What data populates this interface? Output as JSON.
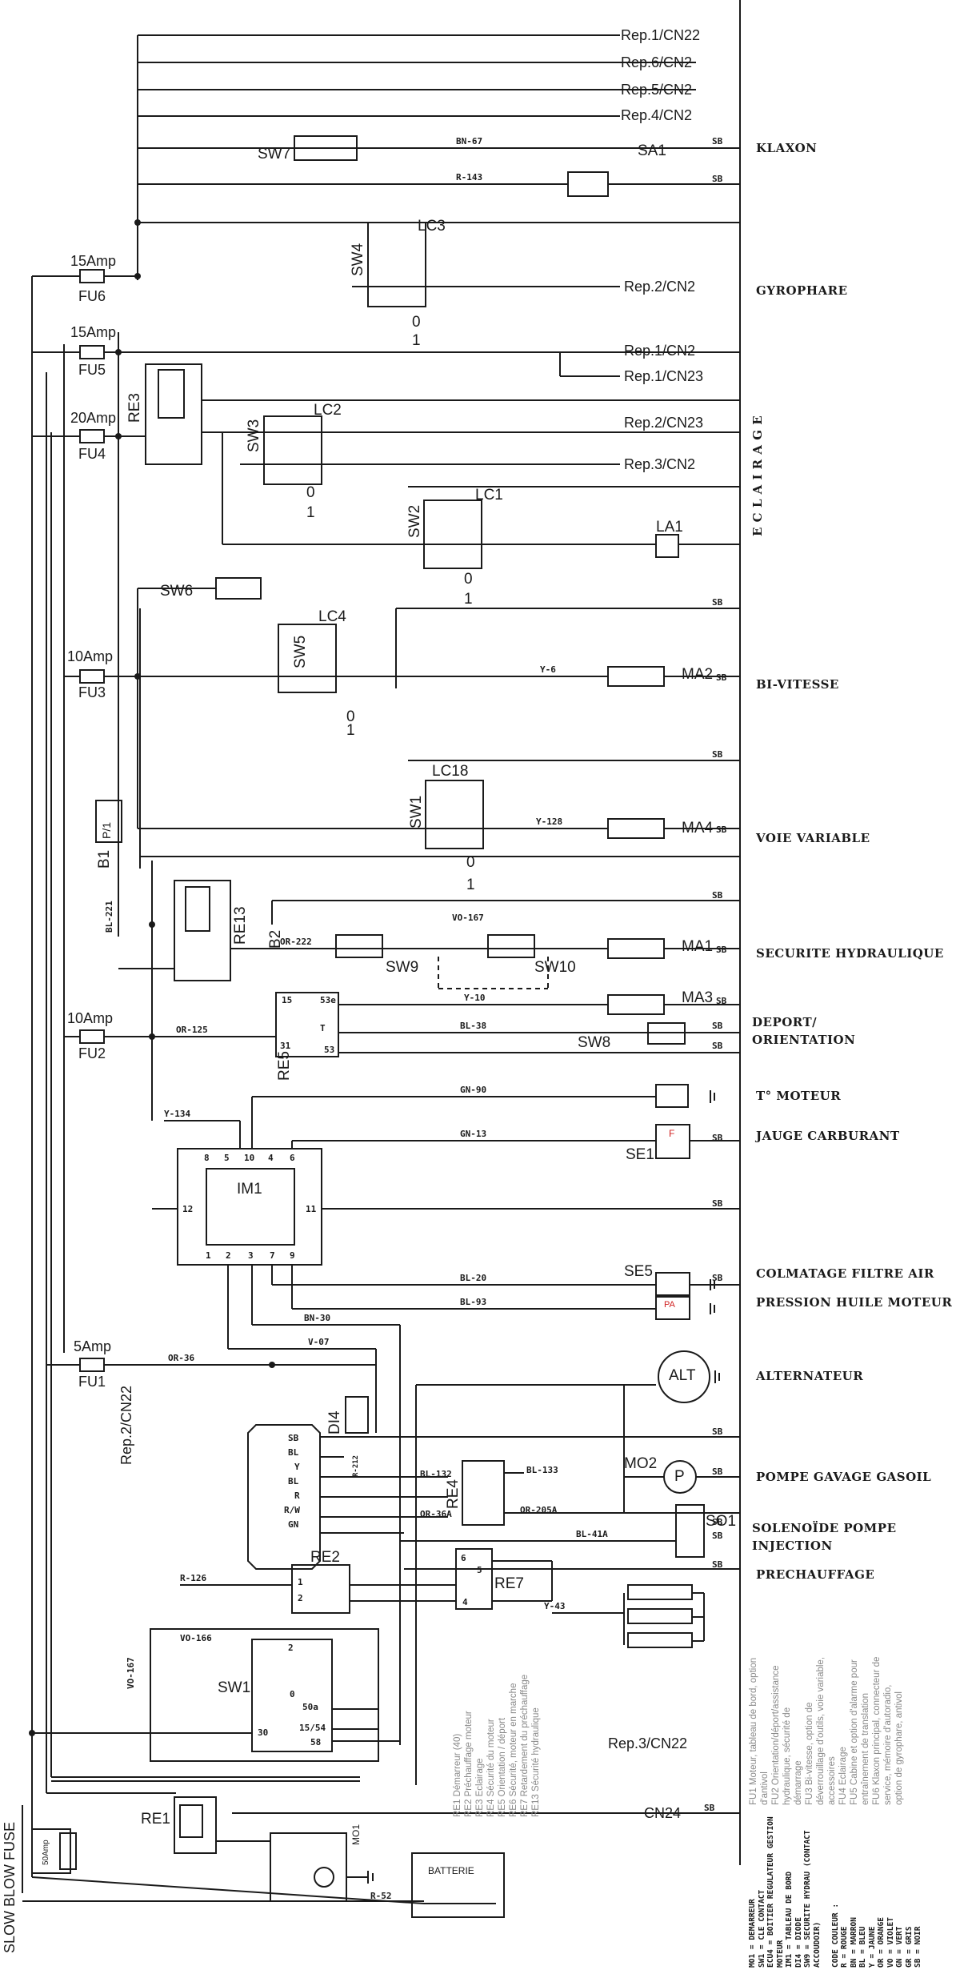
{
  "references": {
    "rep1_cn22": "Rep.1/CN22",
    "rep6_cn2": "Rep.6/CN2",
    "rep5_cn2": "Rep.5/CN2",
    "rep4_cn2": "Rep.4/CN2",
    "rep2_cn2": "Rep.2/CN2",
    "rep1_cn2": "Rep.1/CN2",
    "rep1_cn23": "Rep.1/CN23",
    "rep2_cn23": "Rep.2/CN23",
    "rep3_cn2": "Rep.3/CN2",
    "rep3_cn22": "Rep.3/CN22",
    "cn24": "CN24",
    "rep2_cn22_vertical": "Rep.2/CN22"
  },
  "functions": {
    "klaxon": "KLAXON",
    "gyrophare": "GYROPHARE",
    "eclairage": "E C L A I R A G E",
    "bi_vitesse": "BI-VITESSE",
    "voie_variable": "VOIE VARIABLE",
    "securite_hydraulique": "SECURITE HYDRAULIQUE",
    "deport": "DEPORT/",
    "orientation": "ORIENTATION",
    "t_moteur": "T° MOTEUR",
    "jauge_carburant": "JAUGE CARBURANT",
    "colmatage": "COLMATAGE FILTRE AIR",
    "pression_huile": "PRESSION HUILE MOTEUR",
    "alternateur": "ALTERNATEUR",
    "pompe_gavage": "POMPE GAVAGE GASOIL",
    "solenoide_1": "SOLENOÏDE POMPE",
    "solenoide_2": "INJECTION",
    "prechauffage": "PRECHAUFFAGE"
  },
  "fuses": [
    {
      "rating": "15Amp",
      "name": "FU6"
    },
    {
      "rating": "15Amp",
      "name": "FU5"
    },
    {
      "rating": "20Amp",
      "name": "FU4"
    },
    {
      "rating": "10Amp",
      "name": "FU3"
    },
    {
      "rating": "10Amp",
      "name": "FU2"
    },
    {
      "rating": "5Amp",
      "name": "FU1"
    }
  ],
  "slow_blow_fuse": "SLOW BLOW FUSE",
  "slow_blow_rating": "50Amp",
  "components": {
    "sw7": "SW7",
    "sa1": "SA1",
    "sw4": "SW4",
    "lc3": "LC3",
    "re3": "RE3",
    "sw3": "SW3",
    "lc2": "LC2",
    "sw2": "SW2",
    "lc1": "LC1",
    "la1": "LA1",
    "sw6": "SW6",
    "sw5": "SW5",
    "lc4": "LC4",
    "ma2": "MA2",
    "sw1a": "SW1",
    "lc18": "LC18",
    "ma4": "MA4",
    "b1": "B1",
    "p1": "P/1",
    "re13": "RE13",
    "b2": "B2",
    "sw9": "SW9",
    "sw10": "SW10",
    "ma1": "MA1",
    "re5": "RE5",
    "ma3": "MA3",
    "sw8": "SW8",
    "se1": "SE1",
    "se1_f": "F",
    "im1": "IM1",
    "se5": "SE5",
    "pa": "PA",
    "di4": "DI4",
    "alt": "ALT",
    "re4": "RE4",
    "mo2": "MO2",
    "mo2_p": "P",
    "so1": "SO1",
    "re2": "RE2",
    "re7": "RE7",
    "sw1b": "SW1",
    "re1": "RE1",
    "mo1": "MO1",
    "batterie": "BATTERIE",
    "zero": "0",
    "one": "1",
    "five": "5",
    "t": "T"
  },
  "im1_pins_top": [
    "8",
    "5",
    "10",
    "4",
    "6"
  ],
  "im1_pins_bottom": [
    "1",
    "2",
    "3",
    "7",
    "9"
  ],
  "im1_pin_left": "12",
  "im1_pin_right": "11",
  "regulator_pins": [
    "SB",
    "BL",
    "Y",
    "BL",
    "R",
    "R/W",
    "GN"
  ],
  "re5_pins": [
    "15",
    "53e",
    "31",
    "53"
  ],
  "sw1_pins": [
    "2",
    "0",
    "50a",
    "15/54",
    "58",
    "30"
  ],
  "re7_pins": [
    "6",
    "5",
    "4"
  ],
  "re2_pins": [
    "1",
    "2"
  ],
  "wires": {
    "bn67": "BN-67",
    "r143": "R-143",
    "y6": "Y-6",
    "y128": "Y-128",
    "bl221": "BL-221",
    "or222": "OR-222",
    "vo167": "VO-167",
    "y10": "Y-10",
    "or125": "OR-125",
    "bl38": "BL-38",
    "gn90": "GN-90",
    "y134": "Y-134",
    "gn13": "GN-13",
    "bl20": "BL-20",
    "bl93": "BL-93",
    "bn30": "BN-30",
    "v07": "V-07",
    "or36": "OR-36",
    "bl132": "BL-132",
    "bl133": "BL-133",
    "or36a": "OR-36A",
    "or205a": "OR-205A",
    "bl41a": "BL-41A",
    "r126": "R-126",
    "y43": "Y-43",
    "vo166": "VO-166",
    "vo167b": "VO-167",
    "r52": "R-52",
    "r212": "R-212",
    "sb": "SB"
  },
  "legend_left": [
    "RE1  Démarreur (40)",
    "RE2  Préchauffage moteur",
    "RE3  Eclairage",
    "RE4  Sécurité du moteur",
    "RE5  Orientation / déport",
    "RE6  Sécurité, moteur en marche",
    "RE7  Retardement du préchauffage",
    "RE13 Sécurité hydraulique"
  ],
  "legend_right": [
    "FU1  Moteur, tableau de bord, option",
    "d'antivol",
    "FU2  Orientation/déport/assistance",
    "hydraulique, sécurité de",
    "démarrage",
    "FU3  Bi-vitesse, option de",
    "déverrouillage d'outils, voie variable,",
    "accessoires",
    "FU4  Eclairage",
    "FU5  Cabine et option d'alarme pour",
    "entraînement de translation",
    "FU6  Klaxon principal, connecteur de",
    "service, mémoire d'autoradio,",
    "option de gyrophare, antivol"
  ],
  "codes": [
    "MO1 = DEMARREUR",
    "SW1 = CLE CONTACT",
    "ECU4 = BOITIER REGULATEUR GESTION",
    "MOTEUR",
    "IM1 = TABLEAU DE BORD",
    "DI4 = DIODE",
    "SW9 = SECURITE HYDRAU (CONTACT",
    "ACCOUDOIR)",
    "",
    "CODE COULEUR :",
    "R = ROUGE",
    "BN = MARRON",
    "BL = BLEU",
    "Y = JAUNE",
    "OR = ORANGE",
    "VO = VIOLET",
    "GN = VERT",
    "GR = GRIS",
    "SB = NOIR"
  ],
  "colors": {
    "wire": "#1a1a1a",
    "legend": "#888888",
    "red_marker": "#d02020"
  }
}
